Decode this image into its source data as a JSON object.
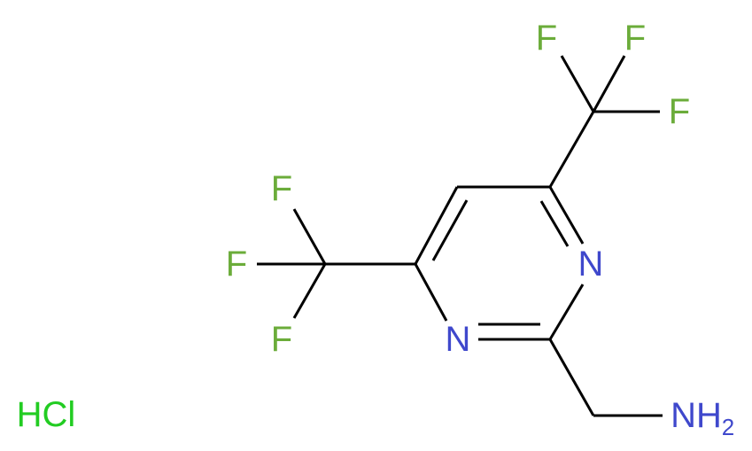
{
  "molecule": {
    "colors": {
      "bond": "#000000",
      "fluorine": "#6bac3a",
      "nitrogen": "#3f48cc",
      "chlorine": "#22cc22"
    },
    "atoms": {
      "f1": "F",
      "f2": "F",
      "f3": "F",
      "f4": "F",
      "f5": "F",
      "f6": "F",
      "n_ring_right": "N",
      "n_ring_left": "N",
      "amine_main": "NH",
      "amine_sub": "2"
    },
    "counterion": "HCl"
  }
}
